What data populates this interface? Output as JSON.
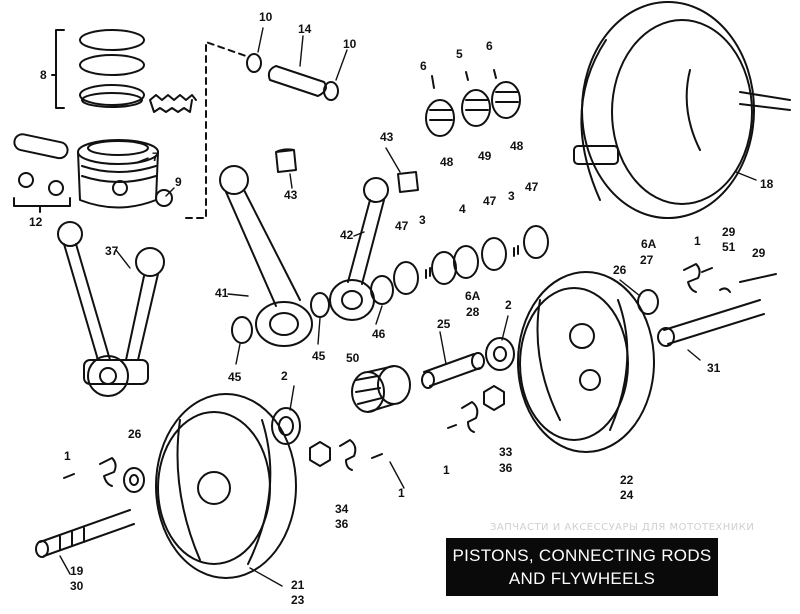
{
  "callouts": {
    "c10a": "10",
    "c14": "14",
    "c10b": "10",
    "c8": "8",
    "c7": "7",
    "c9": "9",
    "c12": "12",
    "c6a": "6",
    "c5": "5",
    "c6b": "6",
    "c48a": "48",
    "c49": "49",
    "c48b": "48",
    "c43a": "43",
    "c43b": "43",
    "c18": "18",
    "c37": "37",
    "c41": "41",
    "c42": "42",
    "c47a": "47",
    "c3a": "3",
    "c4": "4",
    "c47b": "47",
    "c3b": "3",
    "c47c": "47",
    "c1a": "1",
    "c6A_a": "6A",
    "c27": "27",
    "c29a": "29",
    "c51": "51",
    "c29b": "29",
    "c26a": "26",
    "c45a": "45",
    "c46": "46",
    "c6A_b": "6A",
    "c28": "28",
    "c2a": "2",
    "c25": "25",
    "c45b": "45",
    "c50": "50",
    "c31": "31",
    "c2b": "2",
    "c26b": "26",
    "c1b": "1",
    "c33": "33",
    "c36a": "36",
    "c1c": "1",
    "c22": "22",
    "c24": "24",
    "c34": "34",
    "c36b": "36",
    "c1d": "1",
    "c19": "19",
    "c30": "30",
    "c21": "21",
    "c23": "23"
  },
  "watermark": "ЗАПЧАСТИ И АКСЕССУАРЫ ДЛЯ МОТОТЕХНИКИ",
  "title": {
    "line1": "PISTONS, CONNECTING RODS",
    "line2": "AND FLYWHEELS"
  }
}
